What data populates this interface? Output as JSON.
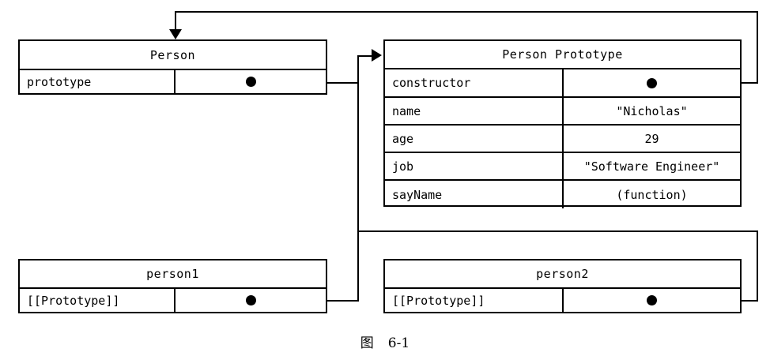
{
  "figure": {
    "caption_label": "图",
    "caption_number": "6-1",
    "ink_color": "#000000",
    "background_color": "#ffffff"
  },
  "boxes": {
    "person": {
      "title": "Person",
      "rows": [
        {
          "key": "prototype",
          "value": "",
          "pointer": true
        }
      ]
    },
    "person_prototype": {
      "title": "Person Prototype",
      "rows": [
        {
          "key": "constructor",
          "value": "",
          "pointer": true
        },
        {
          "key": "name",
          "value": "\"Nicholas\"",
          "pointer": false
        },
        {
          "key": "age",
          "value": "29",
          "pointer": false
        },
        {
          "key": "job",
          "value": "\"Software Engineer\"",
          "pointer": false
        },
        {
          "key": "sayName",
          "value": "(function)",
          "pointer": false
        }
      ]
    },
    "person1": {
      "title": "person1",
      "rows": [
        {
          "key": "[[Prototype]]",
          "value": "",
          "pointer": true
        }
      ]
    },
    "person2": {
      "title": "person2",
      "rows": [
        {
          "key": "[[Prototype]]",
          "value": "",
          "pointer": true
        }
      ]
    }
  },
  "connections": [
    {
      "name": "person-prototype-to-person-prototype-box",
      "from": "Person.prototype",
      "to": "Person Prototype"
    },
    {
      "name": "constructor-to-person-box",
      "from": "Person Prototype.constructor",
      "to": "Person"
    },
    {
      "name": "person1-prototype-to-person-prototype-box",
      "from": "person1.[[Prototype]]",
      "to": "Person Prototype"
    },
    {
      "name": "person2-prototype-to-person-prototype-box",
      "from": "person2.[[Prototype]]",
      "to": "Person Prototype"
    }
  ]
}
